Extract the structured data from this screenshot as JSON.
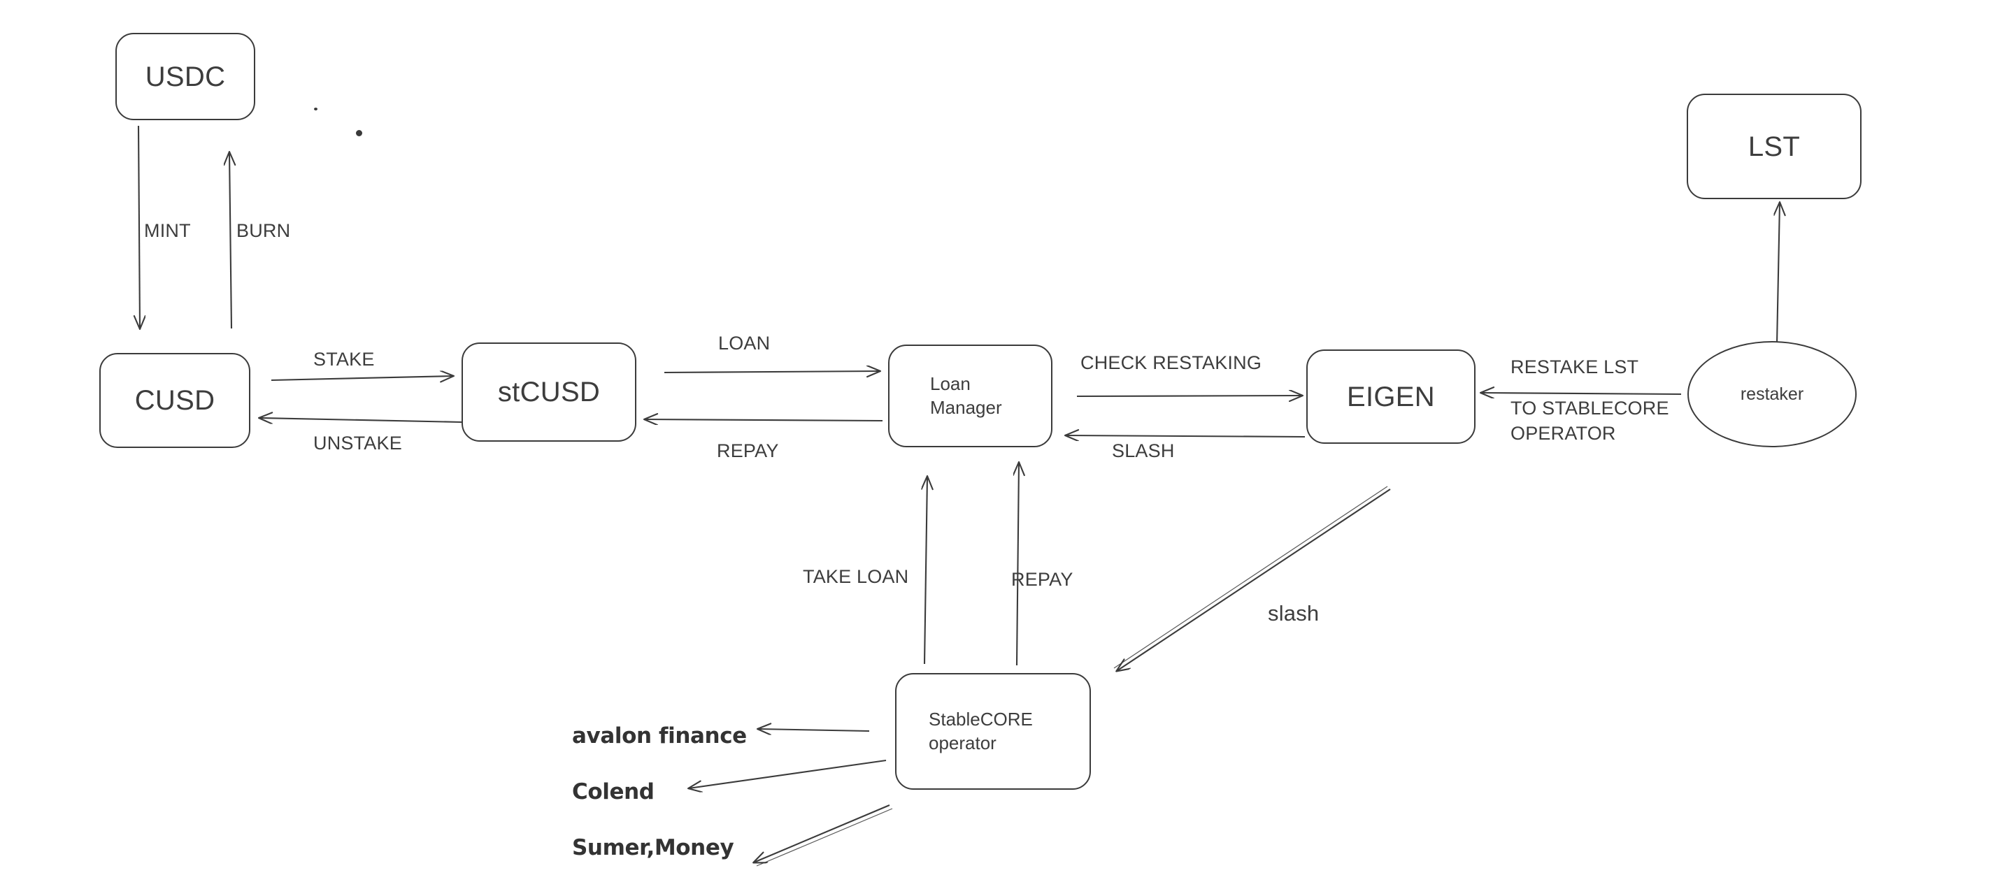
{
  "diagram": {
    "title": "StableCORE protocol flow diagram",
    "stroke_color": "#3b3b3b",
    "text_color": "#3d3d3d",
    "background": "#ffffff",
    "nodes": [
      {
        "id": "usdc",
        "label": "USDC",
        "shape": "rounded-rect"
      },
      {
        "id": "cusd",
        "label": "CUSD",
        "shape": "rounded-rect"
      },
      {
        "id": "stcusd",
        "label": "stCUSD",
        "shape": "rounded-rect"
      },
      {
        "id": "loan",
        "label": "Loan\nManager",
        "shape": "rounded-rect"
      },
      {
        "id": "eigen",
        "label": "EIGEN",
        "shape": "rounded-rect"
      },
      {
        "id": "lst",
        "label": "LST",
        "shape": "rounded-rect"
      },
      {
        "id": "restaker",
        "label": "restaker",
        "shape": "ellipse"
      },
      {
        "id": "operator",
        "label": "StableCORE\noperator",
        "shape": "rounded-rect"
      }
    ],
    "edges": [
      {
        "id": "mint",
        "from": "usdc",
        "to": "cusd",
        "label": "MINT"
      },
      {
        "id": "burn",
        "from": "cusd",
        "to": "usdc",
        "label": "BURN"
      },
      {
        "id": "stake",
        "from": "cusd",
        "to": "stcusd",
        "label": "STAKE"
      },
      {
        "id": "unstake",
        "from": "stcusd",
        "to": "cusd",
        "label": "UNSTAKE"
      },
      {
        "id": "loan",
        "from": "stcusd",
        "to": "loan",
        "label": "LOAN"
      },
      {
        "id": "repay-stcusd",
        "from": "loan",
        "to": "stcusd",
        "label": "REPAY"
      },
      {
        "id": "check-restaking",
        "from": "loan",
        "to": "eigen",
        "label": "CHECK RESTAKING"
      },
      {
        "id": "slash-eigen",
        "from": "eigen",
        "to": "loan",
        "label": "SLASH"
      },
      {
        "id": "restake-lst",
        "from": "restaker",
        "to": "eigen",
        "label": "RESTAKE LST\nTO STABLECORE\nOPERATOR"
      },
      {
        "id": "restaker-lst",
        "from": "restaker",
        "to": "lst",
        "label": ""
      },
      {
        "id": "take-loan",
        "from": "operator",
        "to": "loan",
        "label": "TAKE LOAN"
      },
      {
        "id": "repay-operator",
        "from": "operator",
        "to": "loan",
        "label": "REPAY"
      },
      {
        "id": "slash-operator",
        "from": "eigen",
        "to": "operator",
        "label": "slash"
      },
      {
        "id": "to-avalon",
        "from": "operator",
        "to": "avalon",
        "label": ""
      },
      {
        "id": "to-colend",
        "from": "operator",
        "to": "colend",
        "label": ""
      },
      {
        "id": "to-sumer",
        "from": "operator",
        "to": "sumer",
        "label": ""
      }
    ],
    "edge_labels": {
      "mint": "MINT",
      "burn": "BURN",
      "stake": "STAKE",
      "unstake": "UNSTAKE",
      "loan": "LOAN",
      "repay_stcusd": "REPAY",
      "check_restaking": "CHECK RESTAKING",
      "slash_eigen": "SLASH",
      "restake_lst_line1": "RESTAKE LST",
      "restake_lst_line2": "TO STABLECORE\nOPERATOR",
      "take_loan": "TAKE LOAN",
      "repay_operator": "REPAY",
      "slash_operator": "slash"
    },
    "integrations": [
      {
        "id": "avalon",
        "label": "avalon finance"
      },
      {
        "id": "colend",
        "label": "Colend"
      },
      {
        "id": "sumer",
        "label": "Sumer,Money"
      }
    ],
    "node_labels": {
      "usdc": "USDC",
      "cusd": "CUSD",
      "stcusd": "stCUSD",
      "loan_line1": "Loan",
      "loan_line2": "Manager",
      "eigen": "EIGEN",
      "lst": "LST",
      "restaker": "restaker",
      "operator_line1": "StableCORE",
      "operator_line2": "operator"
    }
  }
}
